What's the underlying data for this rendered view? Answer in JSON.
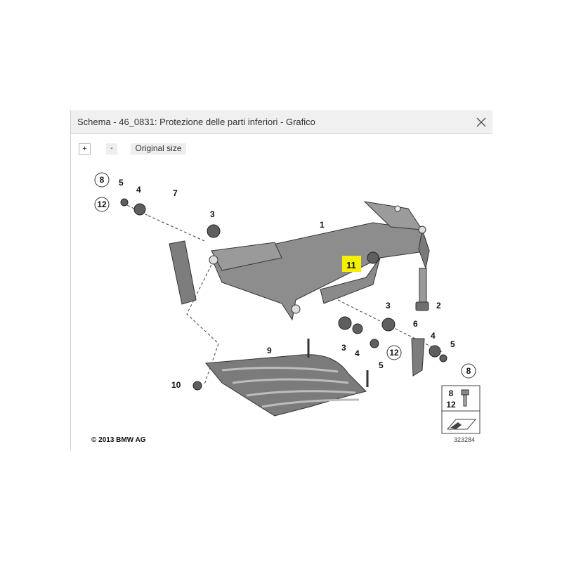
{
  "window": {
    "title": "Schema - 46_0831: Protezione delle parti inferiori - Grafico"
  },
  "toolbar": {
    "zoom_in_label": "+",
    "zoom_out_label": "-",
    "original_size_label": "Original size"
  },
  "diagram": {
    "callouts": {
      "c1": "1",
      "c2": "2",
      "c3a": "3",
      "c3b": "3",
      "c3c": "3",
      "c4a": "4",
      "c4b": "4",
      "c4c": "4",
      "c5a": "5",
      "c5b": "5",
      "c5c": "5",
      "c6": "6",
      "c7": "7",
      "c8a": "8",
      "c8b": "8",
      "c9": "9",
      "c10": "10",
      "c11": "11",
      "c12a": "12",
      "c12b": "12"
    },
    "legend": {
      "top": "8",
      "bottom": "12"
    },
    "highlight_color": "#f5f000",
    "part_color": "#8a8a8a",
    "copyright": "© 2013 BMW AG",
    "image_number": "323284"
  }
}
